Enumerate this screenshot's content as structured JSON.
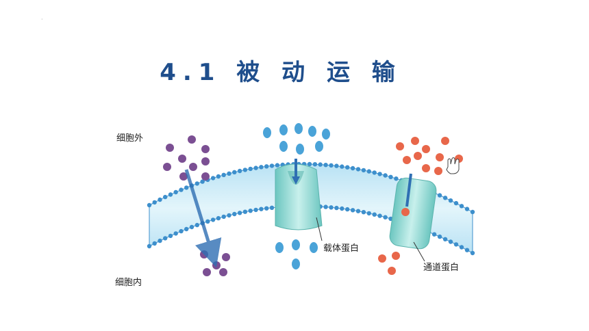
{
  "slide": {
    "title": "4.1 被 动 运 输"
  },
  "diagram": {
    "labels": {
      "outside": "细胞外",
      "inside": "细胞内",
      "carrier_protein": "载体蛋白",
      "channel_protein": "通道蛋白"
    },
    "colors": {
      "title": "#1f4e8c",
      "membrane": "#7cc2e8",
      "phospholipid_head": "#3d8fcc",
      "purple_molecule": "#7b4f93",
      "blue_molecule": "#4aa3d8",
      "orange_molecule": "#e8674a",
      "protein": "#8fd6d0"
    },
    "icons": [
      "hand-cursor-icon"
    ]
  }
}
